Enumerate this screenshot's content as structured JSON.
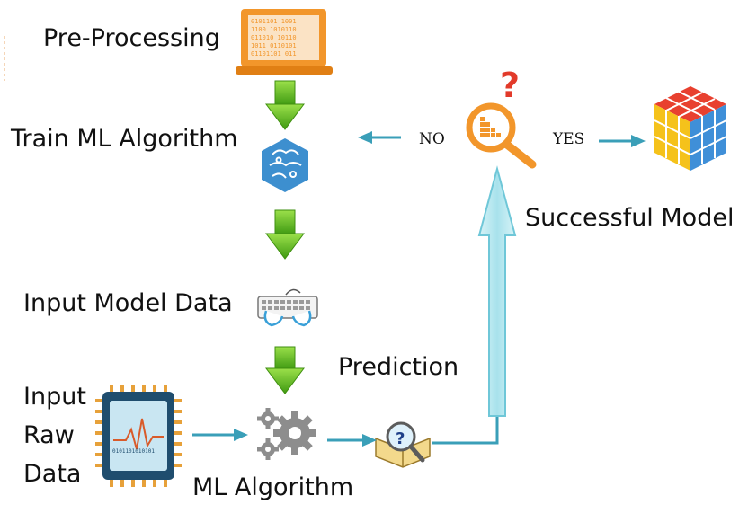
{
  "steps": {
    "pre_processing": "Pre-Processing",
    "train": "Train ML Algorithm",
    "input_model_data": "Input Model Data",
    "input_raw_line1": "Input",
    "input_raw_line2": "Raw",
    "input_raw_line3": "Data",
    "ml_algorithm": "ML Algorithm",
    "prediction": "Prediction",
    "successful_model": "Successful Model"
  },
  "decision": {
    "no_label": "NO",
    "yes_label": "YES",
    "question_mark": "?"
  },
  "colors": {
    "green_arrow": "#5bb51f",
    "blue_arrow": "#3a9fb8",
    "orange": "#f2962b",
    "red": "#e23a2a"
  }
}
